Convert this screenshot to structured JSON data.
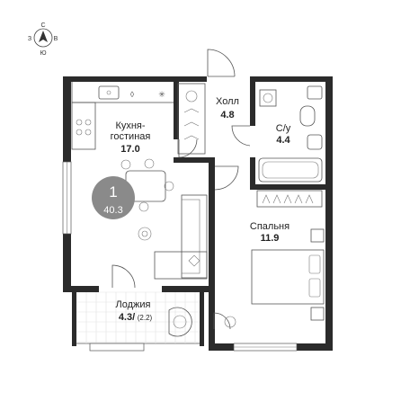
{
  "compass": {
    "n": "С",
    "e": "В",
    "s": "Ю",
    "w": "З"
  },
  "badge": {
    "rooms": "1",
    "total_area": "40.3",
    "color": "#8a8a8a"
  },
  "rooms": {
    "kitchen": {
      "name_line1": "Кухня-",
      "name_line2": "гостиная",
      "area": "17.0"
    },
    "hall": {
      "name": "Холл",
      "area": "4.8"
    },
    "bathroom": {
      "name": "С/у",
      "area": "4.4"
    },
    "bedroom": {
      "name": "Спальня",
      "area": "11.9"
    },
    "loggia": {
      "name": "Лоджия",
      "area": "4.3/",
      "area_reduced": "(2.2)"
    }
  },
  "colors": {
    "wall": "#2b2b2b",
    "line": "#555555",
    "background": "#ffffff"
  }
}
